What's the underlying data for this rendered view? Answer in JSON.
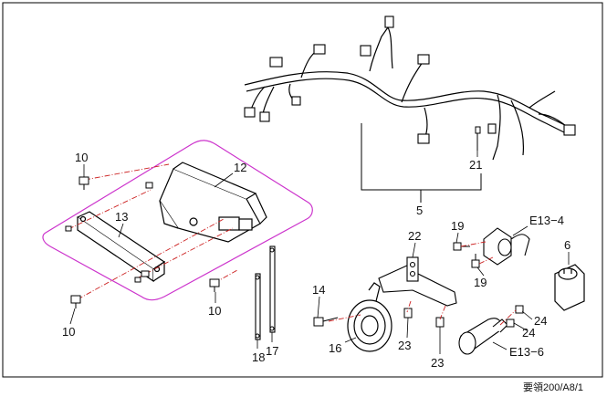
{
  "diagram": {
    "labels": {
      "p10a": "10",
      "p12": "12",
      "p13": "13",
      "p10b": "10",
      "p10c": "10",
      "p5": "5",
      "p21": "21",
      "p19a": "19",
      "p19b": "19",
      "pE134": "E13−4",
      "p6": "6",
      "p22": "22",
      "p14": "14",
      "p16": "16",
      "p23a": "23",
      "p23b": "23",
      "p24a": "24",
      "p24b": "24",
      "pE136": "E13−6",
      "p18": "18",
      "p17": "17"
    },
    "page_ref": "要領200/A8/1"
  }
}
